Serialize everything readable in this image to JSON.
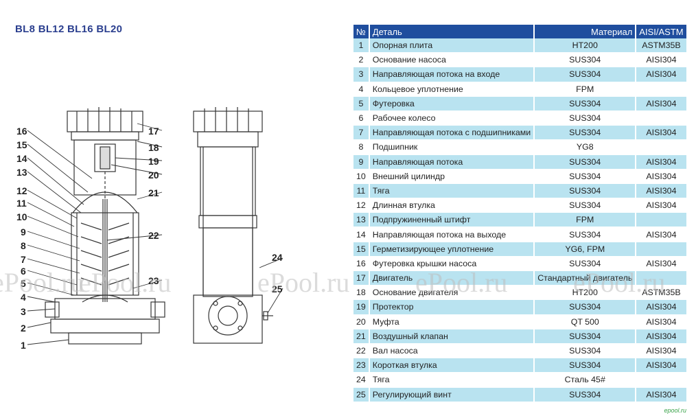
{
  "title": "BL8 BL12 BL16 BL20",
  "table": {
    "headers": [
      "№",
      "Деталь",
      "Материал",
      "AISI/ASTM"
    ],
    "rows": [
      [
        "1",
        "Опорная плита",
        "HT200",
        "ASTM35B"
      ],
      [
        "2",
        "Основание насоса",
        "SUS304",
        "AISI304"
      ],
      [
        "3",
        "Направляющая потока на входе",
        "SUS304",
        "AISI304"
      ],
      [
        "4",
        "Кольцевое уплотнение",
        "FPM",
        ""
      ],
      [
        "5",
        "Футеровка",
        "SUS304",
        "AISI304"
      ],
      [
        "6",
        "Рабочее колесо",
        "SUS304",
        ""
      ],
      [
        "7",
        "Направляющая потока с подшипниками",
        "SUS304",
        "AISI304"
      ],
      [
        "8",
        "Подшипник",
        "YG8",
        ""
      ],
      [
        "9",
        "Направляющая потока",
        "SUS304",
        "AISI304"
      ],
      [
        "10",
        "Внешний цилиндр",
        "SUS304",
        "AISI304"
      ],
      [
        "11",
        "Тяга",
        "SUS304",
        "AISI304"
      ],
      [
        "12",
        "Длинная втулка",
        "SUS304",
        "AISI304"
      ],
      [
        "13",
        "Подпружиненный штифт",
        "FPM",
        ""
      ],
      [
        "14",
        "Направляющая потока на выходе",
        "SUS304",
        "AISI304"
      ],
      [
        "15",
        "Герметизирующее уплотнение",
        "YG6, FPM",
        ""
      ],
      [
        "16",
        "Футеровка крышки насоса",
        "SUS304",
        "AISI304"
      ],
      [
        "17",
        "Двигатель",
        "Стандартный двигатель",
        ""
      ],
      [
        "18",
        "Основание двигателя",
        "HT200",
        "ASTM35B"
      ],
      [
        "19",
        "Протектор",
        "SUS304",
        "AISI304"
      ],
      [
        "20",
        "Муфта",
        "QT 500",
        "AISI304"
      ],
      [
        "21",
        "Воздушный клапан",
        "SUS304",
        "AISI304"
      ],
      [
        "22",
        "Вал насоса",
        "SUS304",
        "AISI304"
      ],
      [
        "23",
        "Короткая втулка",
        "SUS304",
        "AISI304"
      ],
      [
        "24",
        "Тяга",
        "Сталь 45#",
        ""
      ],
      [
        "25",
        "Регулирующий винт",
        "SUS304",
        "AISI304"
      ]
    ]
  },
  "callouts_left": [
    "16",
    "15",
    "14",
    "13",
    "12",
    "11",
    "10",
    "9",
    "8",
    "7",
    "6",
    "5",
    "4",
    "3",
    "2",
    "1"
  ],
  "callouts_right": [
    "17",
    "18",
    "19",
    "20",
    "21",
    "22",
    "23"
  ],
  "callouts_side": [
    "24",
    "25"
  ],
  "watermark": "ePool.ru",
  "footer_mark": "epool.ru",
  "colors": {
    "title": "#2b3f8f",
    "header_bg": "#1f4e9e",
    "row_alt": "#b9e3f0",
    "line": "#333333"
  }
}
